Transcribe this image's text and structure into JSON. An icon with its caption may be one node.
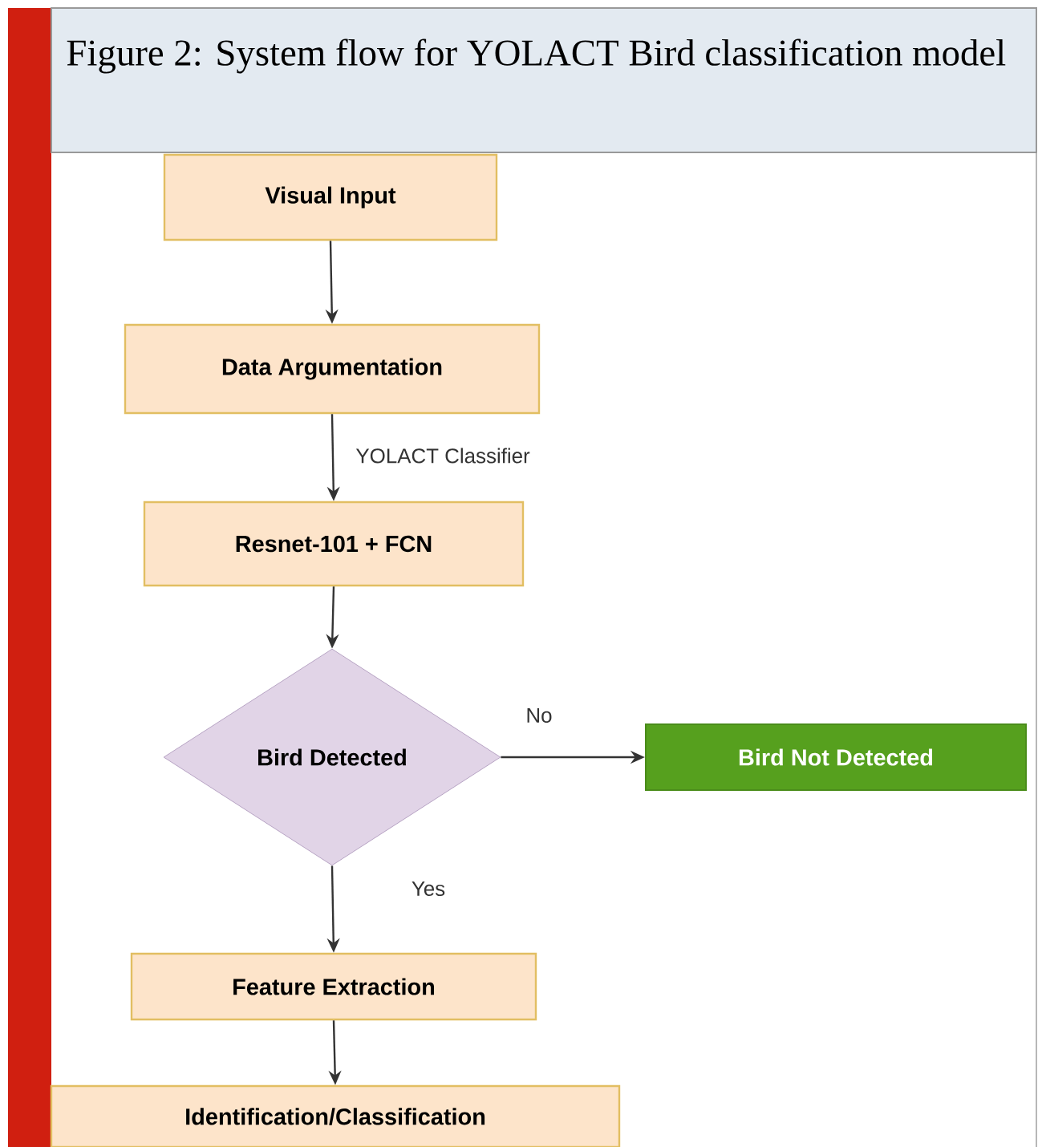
{
  "diagram": {
    "title": "Figure 2: System flow for YOLACT Bird classification model",
    "nodes": [
      {
        "text": [
          "Visual Input"
        ]
      },
      {
        "text": [
          "Data Argumentation"
        ]
      },
      {
        "text": [
          "Resnet-101 + FCN"
        ]
      },
      {
        "text": [
          "Bird Detected"
        ]
      },
      {
        "text": [
          "Bird Not Detected"
        ]
      },
      {
        "text": [
          "Feature Extraction"
        ]
      },
      {
        "text": [
          "Identification/Classification"
        ]
      }
    ],
    "edges": [
      {
        "from": 0,
        "to": 1,
        "arrow": "to"
      },
      {
        "from": 1,
        "to": 2,
        "arrow": "to",
        "label": "YOLACT Classifier"
      },
      {
        "from": 2,
        "to": 3,
        "arrow": "to"
      },
      {
        "from": 3,
        "to": 4,
        "arrow": "to",
        "label": "No"
      },
      {
        "from": 3,
        "to": 5,
        "arrow": "to",
        "label": "Yes"
      },
      {
        "from": 5,
        "to": 6,
        "arrow": "to"
      }
    ]
  }
}
